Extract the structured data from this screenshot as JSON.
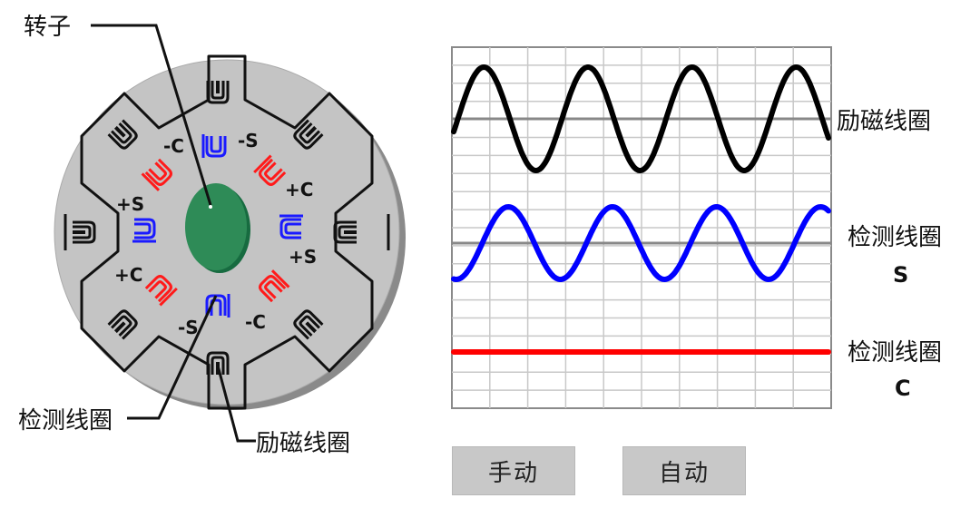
{
  "diagram": {
    "callouts": {
      "rotor": "转子",
      "detect_coil": "检测线圈",
      "excite_coil": "励磁线圈"
    },
    "pole_labels": {
      "minus_c_top": "-C",
      "minus_s_top": "-S",
      "plus_c_right": "+C",
      "plus_s_left": "+S",
      "plus_s_right": "+S",
      "plus_c_left": "+C",
      "minus_s_bottom": "-S",
      "minus_c_bottom": "-C"
    },
    "colors": {
      "disc": "#c4c4c4",
      "rotor": "#2e8b57",
      "excite_coil": "#111111",
      "coil_c": "#ff1a1a",
      "coil_s": "#1a1aff"
    }
  },
  "waveforms": {
    "traces": [
      {
        "label": "励磁线圈",
        "sublabel": "",
        "color": "#000000",
        "cycles": 3.6,
        "amplitude": "large"
      },
      {
        "label": "检测线圈",
        "sublabel": "S",
        "color": "#0000ff",
        "cycles": 3.6,
        "amplitude": "medium"
      },
      {
        "label": "检测线圈",
        "sublabel": "C",
        "color": "#ff0000",
        "cycles": 0,
        "amplitude": "zero"
      }
    ]
  },
  "controls": {
    "manual_label": "手动",
    "auto_label": "自动"
  }
}
